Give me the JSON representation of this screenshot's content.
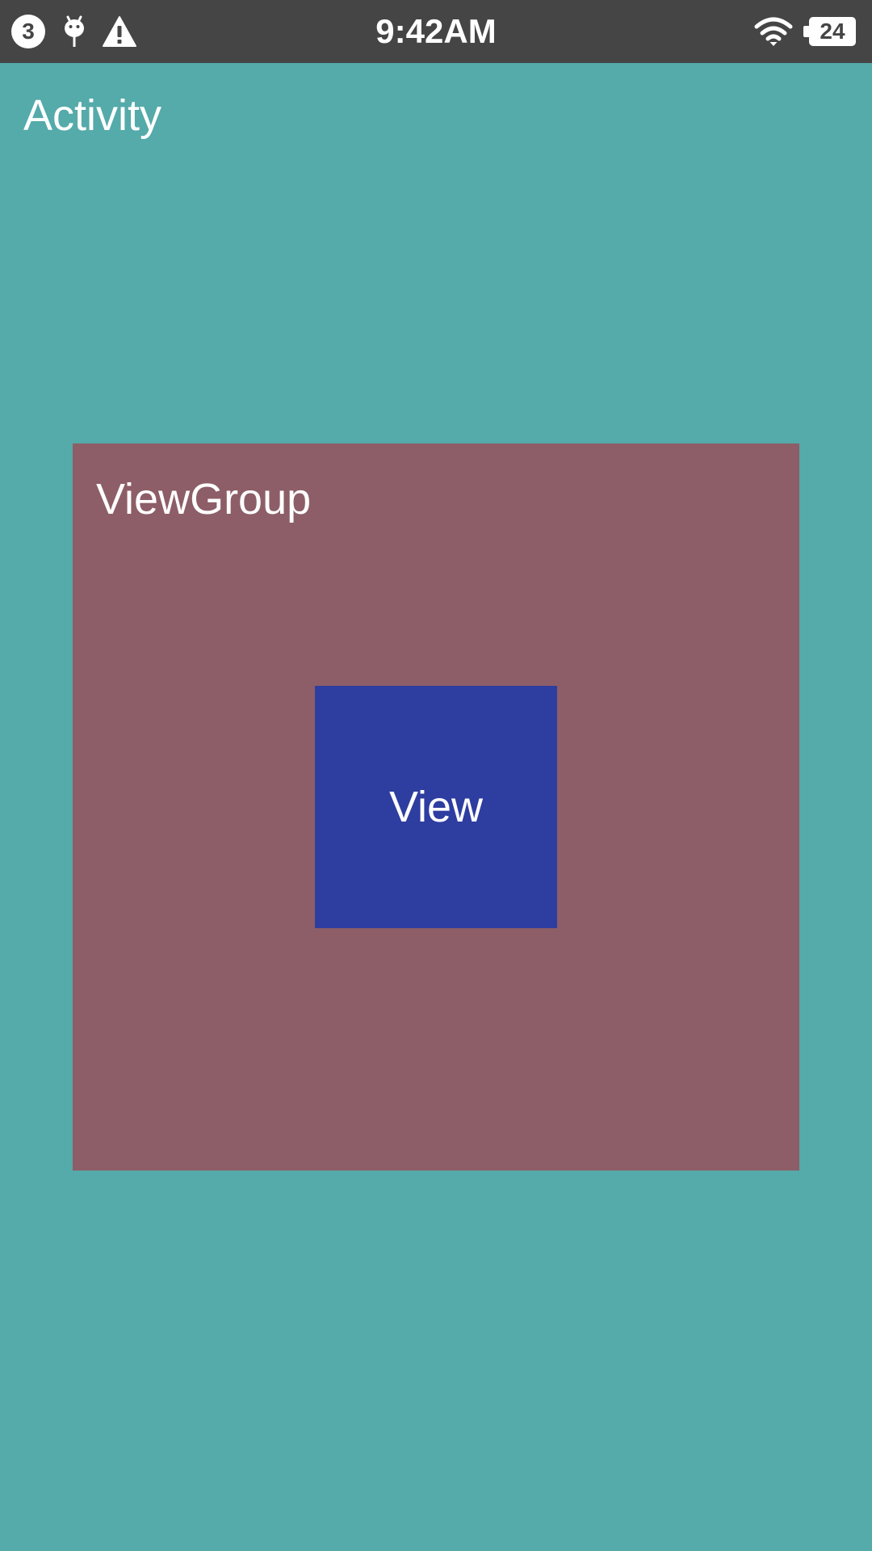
{
  "status_bar": {
    "notification_count": "3",
    "time": "9:42AM",
    "battery_level": "24",
    "icons": [
      "notification-count-icon",
      "android-debug-icon",
      "warning-icon",
      "wifi-icon",
      "battery-icon"
    ]
  },
  "activity": {
    "title": "Activity"
  },
  "viewgroup": {
    "label": "ViewGroup"
  },
  "view": {
    "label": "View"
  },
  "colors": {
    "status_bar_bg": "#454545",
    "activity_bg": "#55aaaa",
    "viewgroup_bg": "#8d5e67",
    "view_bg": "#2e3da0",
    "text": "#ffffff"
  }
}
